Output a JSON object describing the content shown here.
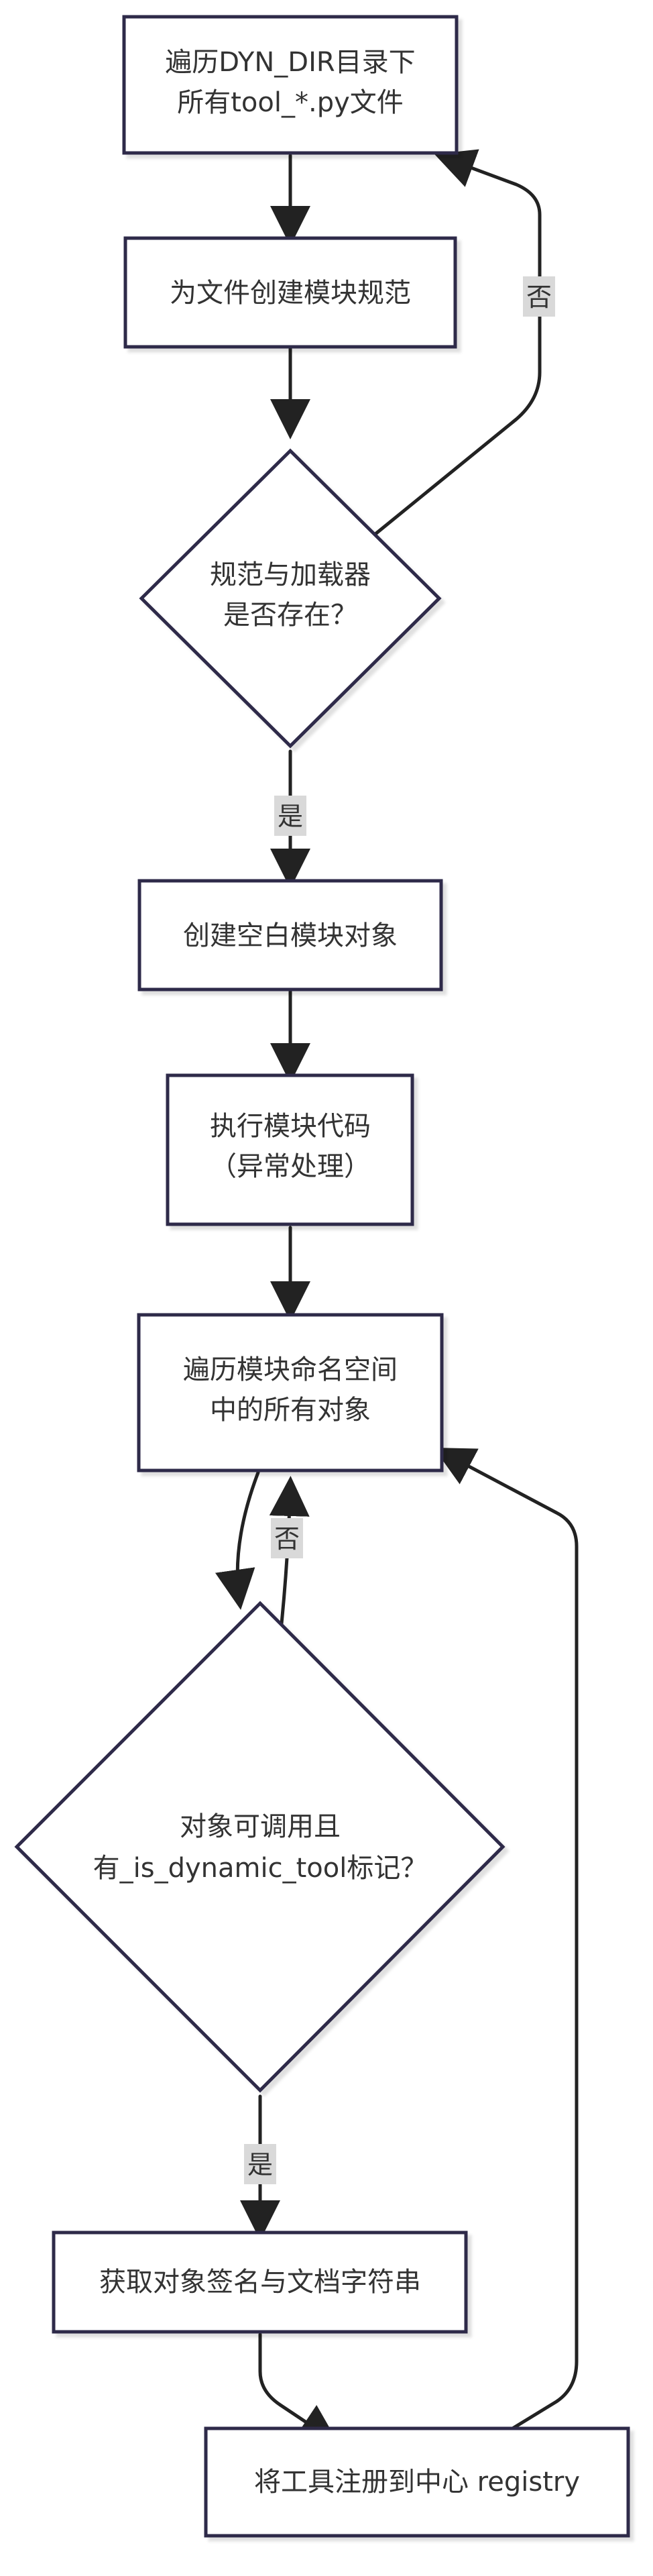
{
  "diagram": {
    "nodes": {
      "scan_files": {
        "line1": "遍历DYN_DIR目录下",
        "line2": "所有tool_*.py文件"
      },
      "create_spec": {
        "line1": "为文件创建模块规范"
      },
      "spec_exists": {
        "line1": "规范与加载器",
        "line2": "是否存在？"
      },
      "create_module": {
        "line1": "创建空白模块对象"
      },
      "exec_module": {
        "line1": "执行模块代码",
        "line2": "（异常处理）"
      },
      "iterate_objects": {
        "line1": "遍历模块命名空间",
        "line2": "中的所有对象"
      },
      "is_tool": {
        "line1": "对象可调用且",
        "line2": "有_is_dynamic_tool标记？"
      },
      "get_signature": {
        "line1": "获取对象签名与文档字符串"
      },
      "register": {
        "line1": "将工具注册到中心 registry"
      }
    },
    "edges": {
      "spec_no": "否",
      "spec_yes": "是",
      "tool_no": "否",
      "tool_yes": "是"
    }
  }
}
